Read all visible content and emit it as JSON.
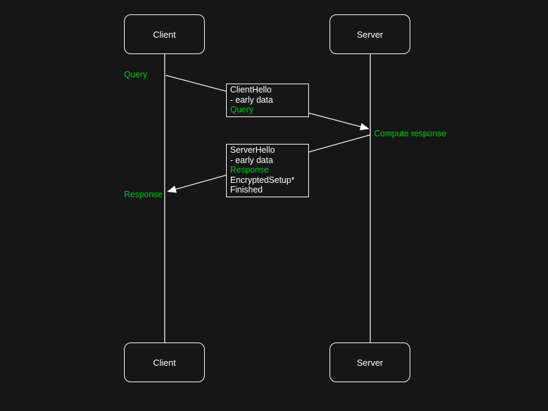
{
  "colors": {
    "background": "#161616",
    "foreground": "#ffffff",
    "accent_green": "#00c814"
  },
  "actors": {
    "client": {
      "label": "Client"
    },
    "server": {
      "label": "Server"
    }
  },
  "flow": {
    "query_start_label": "Query",
    "request_box": {
      "lines": [
        "ClientHello",
        "- early data",
        "Query"
      ]
    },
    "server_note": "Compute response",
    "response_box": {
      "lines": [
        "ServerHello",
        "- early data",
        "Response",
        "EncryptedSetup*",
        "Finished"
      ]
    },
    "response_end_label": "Response"
  }
}
